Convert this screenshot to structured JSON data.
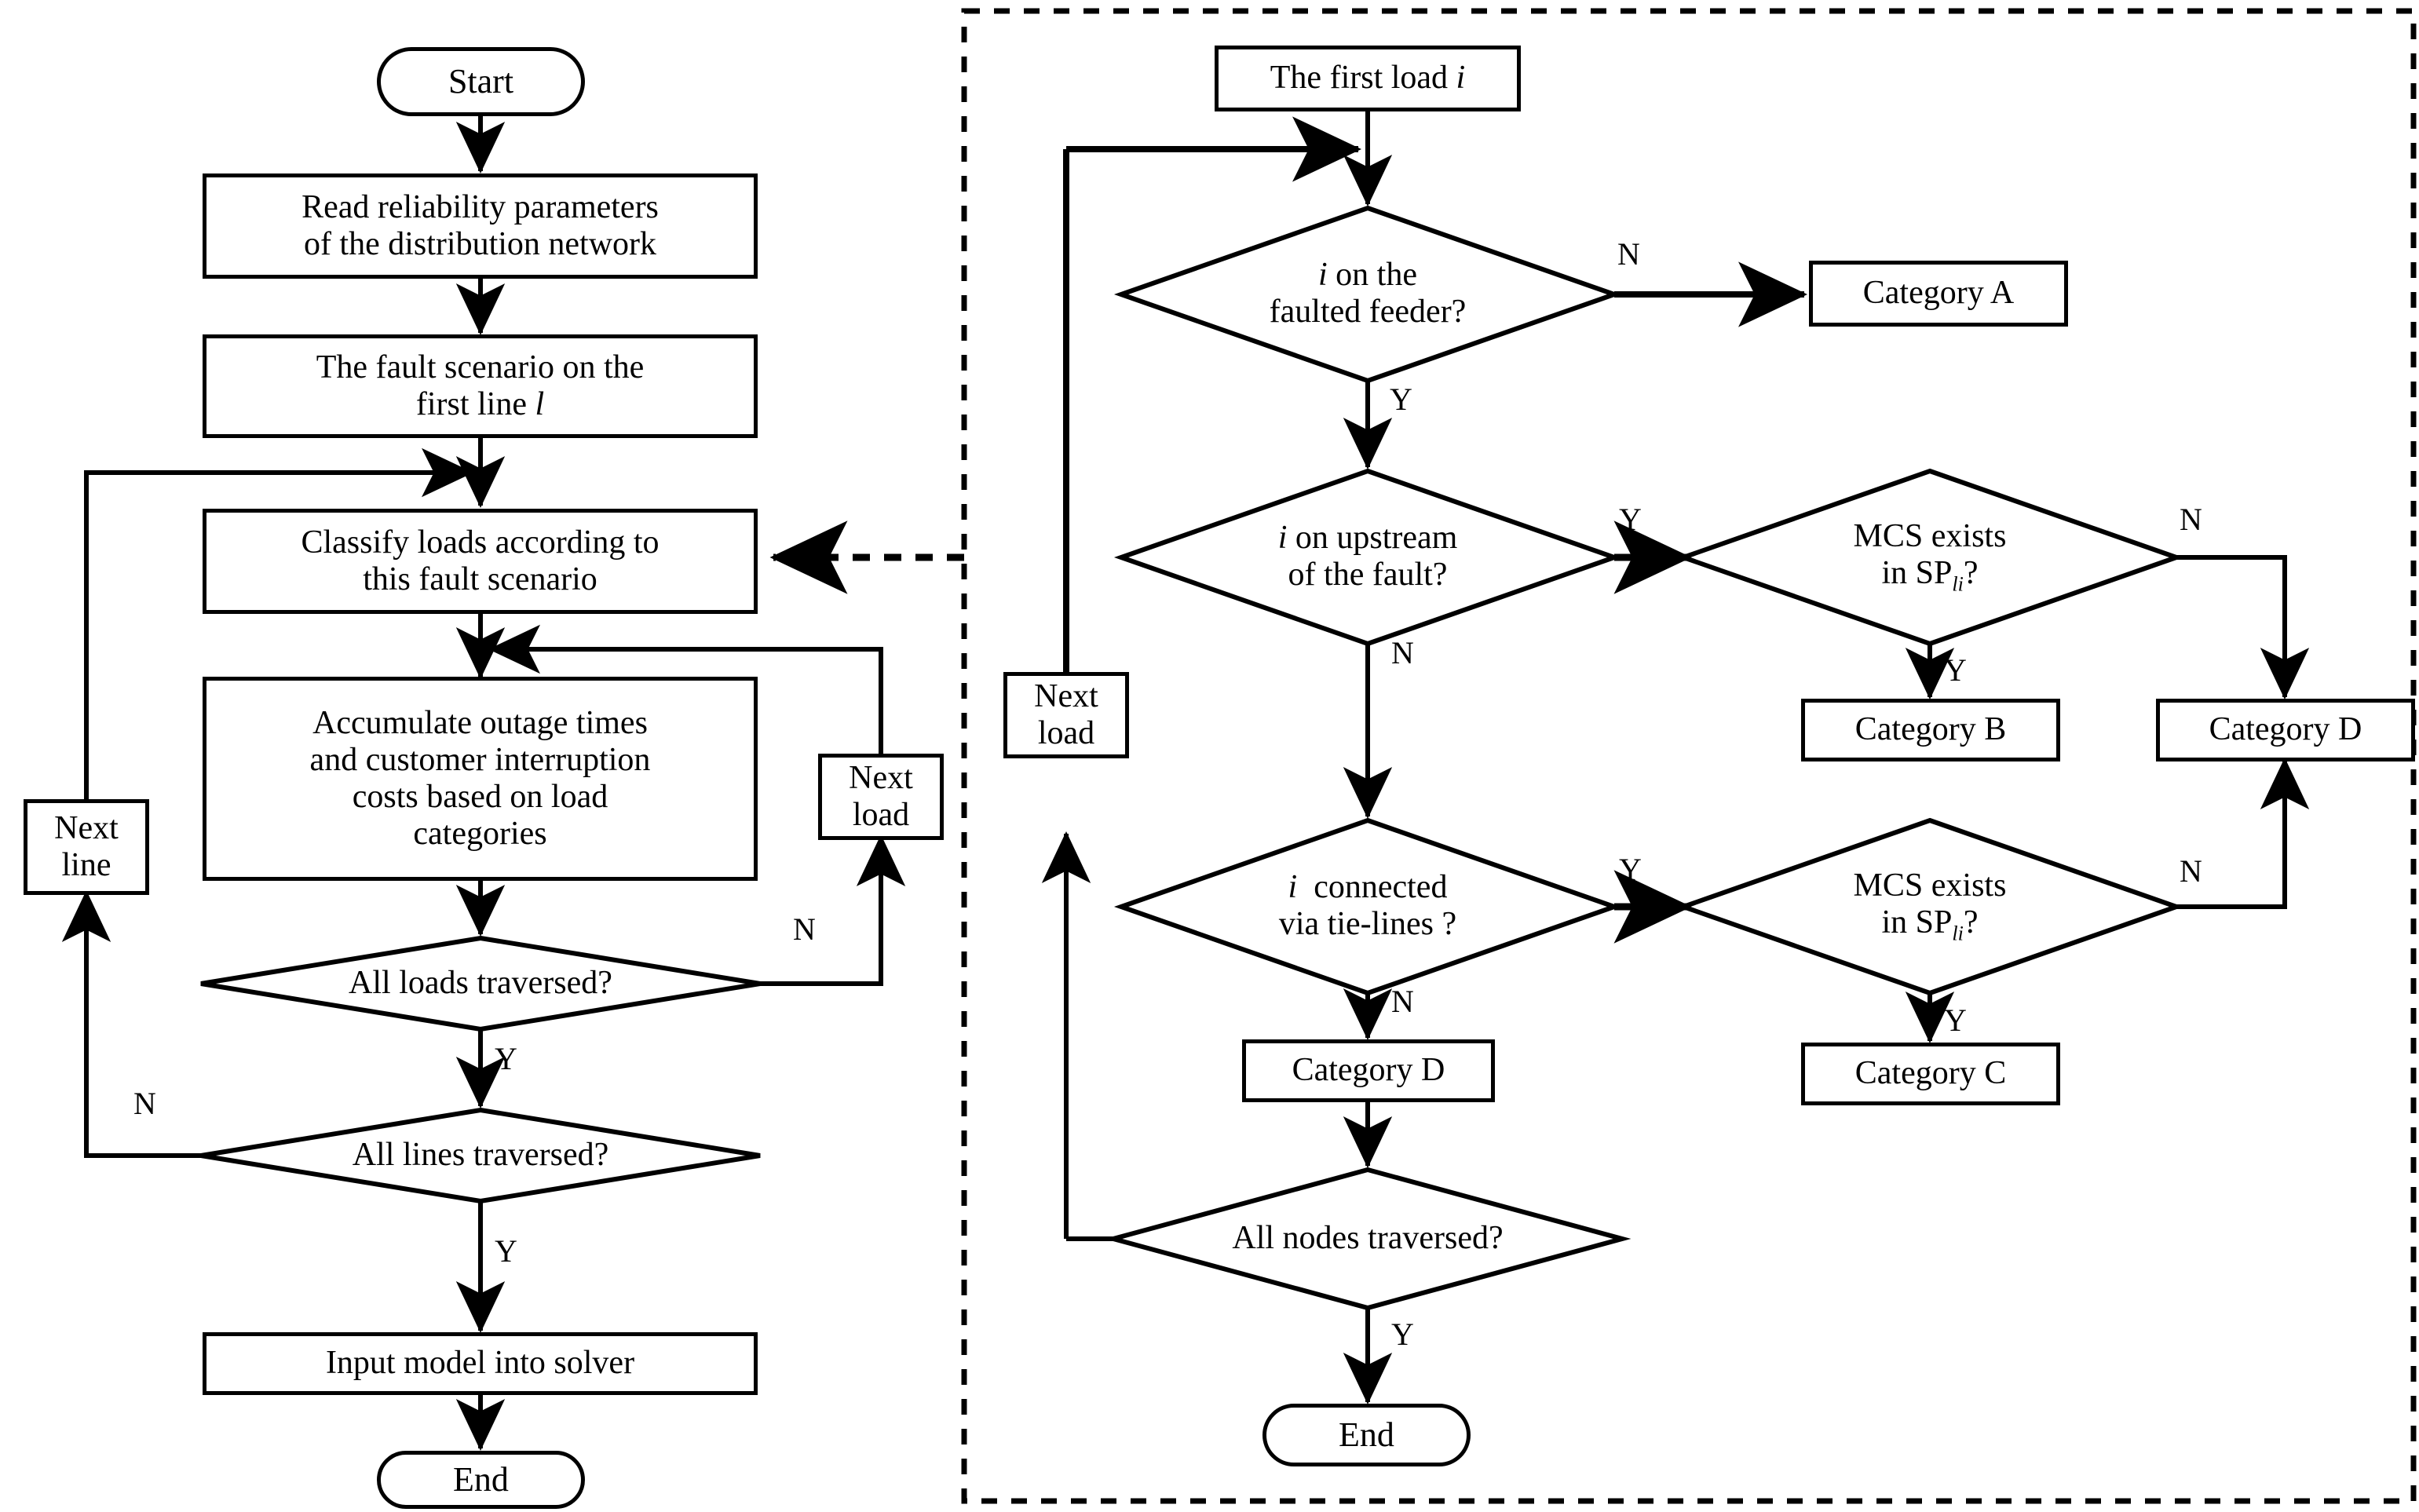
{
  "diagram": {
    "title": "Reliability assessment and load classification flowchart",
    "stroke_color": "#000000",
    "background_color": "#ffffff",
    "panels": [
      {
        "name": "main-procedure-panel",
        "border": "solid-none"
      },
      {
        "name": "load-classification-panel",
        "border": "dashed"
      }
    ]
  },
  "left": {
    "start": "Start",
    "read_params": "Read reliability parameters of the distribution network",
    "read_params_l1": "Read reliability parameters",
    "read_params_l2": "of the distribution network",
    "fault_scenario_l1": "The fault scenario on the",
    "fault_scenario_l2": "first line",
    "fault_scenario_var": "l",
    "classify_l1": "Classify loads according to",
    "classify_l2": "this fault scenario",
    "accumulate_l1": "Accumulate outage times",
    "accumulate_l2": "and customer interruption",
    "accumulate_l3": "costs based on load",
    "accumulate_l4": "categories",
    "all_loads": "All loads traversed?",
    "all_lines": "All lines traversed?",
    "input_model": "Input model into solver",
    "end": "End",
    "next_line_l1": "Next",
    "next_line_l2": "line",
    "next_load_l1": "Next",
    "next_load_l2": "load",
    "labels": {
      "loads_no": "N",
      "loads_yes": "Y",
      "lines_no": "N",
      "lines_yes": "Y"
    }
  },
  "right": {
    "first_load_text": "The first load",
    "first_load_var": "i",
    "d1_var": "i",
    "d1_l1": "on the",
    "d1_l2": "faulted feeder?",
    "d2_var": "i",
    "d2_l1": "on upstream",
    "d2_l2": "of the fault?",
    "d3_var": "i",
    "d3_l1": "connected",
    "d3_l2": "via tie-lines ?",
    "mcs_top_l1": "MCS exists",
    "mcs_top_l2_pre": "in SP",
    "mcs_top_l2_sub": "li",
    "mcs_top_l2_post": "?",
    "mcs_bottom_l1": "MCS exists",
    "mcs_bottom_l2_pre": "in SP",
    "mcs_bottom_l2_sub": "li",
    "mcs_bottom_l2_post": "?",
    "category_a": "Category A",
    "category_b": "Category B",
    "category_c": "Category C",
    "category_d_mid": "Category D",
    "category_d_right": "Category D",
    "all_nodes": "All nodes traversed?",
    "end": "End",
    "next_load_l1": "Next",
    "next_load_l2": "load",
    "labels": {
      "d1_no": "N",
      "d1_yes": "Y",
      "d2_yes": "Y",
      "d2_no": "N",
      "mcs_top_no": "N",
      "mcs_top_yes": "Y",
      "d3_yes": "Y",
      "d3_no": "N",
      "mcs_bottom_no": "N",
      "mcs_bottom_yes": "Y",
      "nodes_yes": "Y"
    }
  }
}
